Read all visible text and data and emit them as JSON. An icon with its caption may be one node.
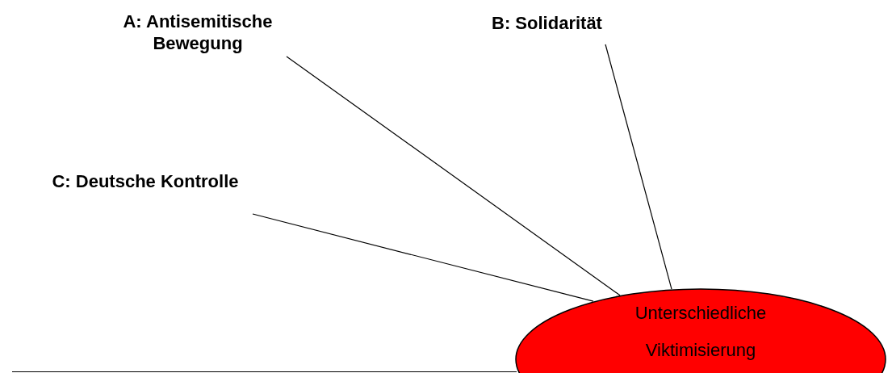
{
  "diagram": {
    "nodes": [
      {
        "text": [
          "A: Antisemitische Bewegung"
        ]
      },
      {
        "text": [
          "B: Solidarität"
        ]
      },
      {
        "text": [
          "C: Deutsche Kontrolle"
        ]
      },
      {
        "text": [
          "Unterschiedliche Viktimisierung"
        ]
      }
    ],
    "edges": [
      {
        "from": 0,
        "to": 3,
        "arrow": "none"
      },
      {
        "from": 1,
        "to": 3,
        "arrow": "none"
      },
      {
        "from": 2,
        "to": 3,
        "arrow": "none"
      }
    ]
  }
}
